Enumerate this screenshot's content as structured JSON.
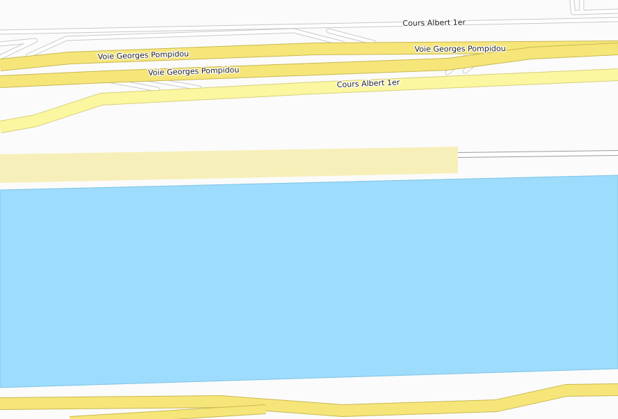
{
  "map": {
    "colors": {
      "background": "#fbfbfb",
      "water": "#9ddcfc",
      "water_edge": "#7ec3e6",
      "pedestrian_area": "#f7efb9",
      "primary_road_fill": "#f6e67a",
      "primary_road_casing": "#c9b850",
      "secondary_road_fill": "#fbf7a0",
      "secondary_road_casing": "#d8cf7c",
      "minor_road_fill": "#ffffff",
      "minor_road_casing": "#c8c8c8"
    },
    "labels": {
      "cours_albert_top": "Cours Albert 1er",
      "voie_pompidou_upper_left": "Voie Georges Pompidou",
      "voie_pompidou_upper_right": "Voie Georges Pompidou",
      "voie_pompidou_lower": "Voie Georges Pompidou",
      "cours_albert_lower": "Cours Albert 1er"
    },
    "features": [
      {
        "type": "river",
        "name": ""
      },
      {
        "type": "pedestrian-area",
        "name": ""
      },
      {
        "type": "primary-road",
        "name": "Voie Georges Pompidou"
      },
      {
        "type": "secondary-road",
        "name": "Cours Albert 1er"
      },
      {
        "type": "minor-road",
        "name": "Cours Albert 1er"
      }
    ]
  }
}
